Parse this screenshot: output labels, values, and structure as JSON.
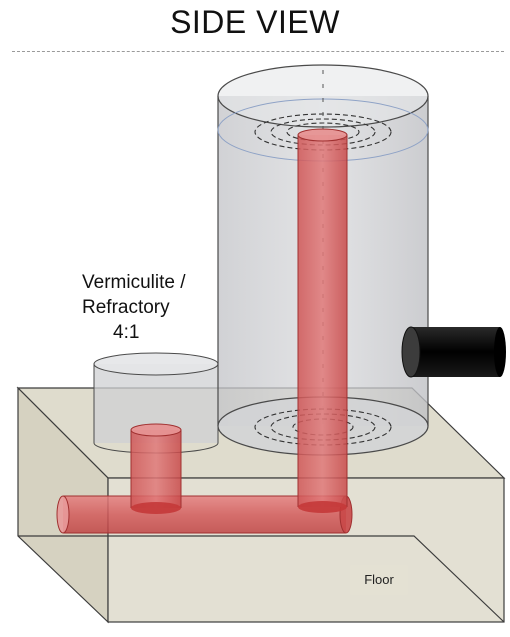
{
  "title": "SIDE VIEW",
  "annotation": {
    "line1": "Vermiculite /",
    "line2": "Refractory",
    "line3": "4:1"
  },
  "floor_label": "Floor",
  "colors": {
    "floor_block": "#d9d5c3",
    "floor_block_edge": "#3c3c3c",
    "barrel": "#c9cacd",
    "barrel_edge": "#4a4a4a",
    "pipe_red": "#d66262",
    "pipe_red_dark": "#c23a3a",
    "outlet_black": "#0c0c0c"
  }
}
